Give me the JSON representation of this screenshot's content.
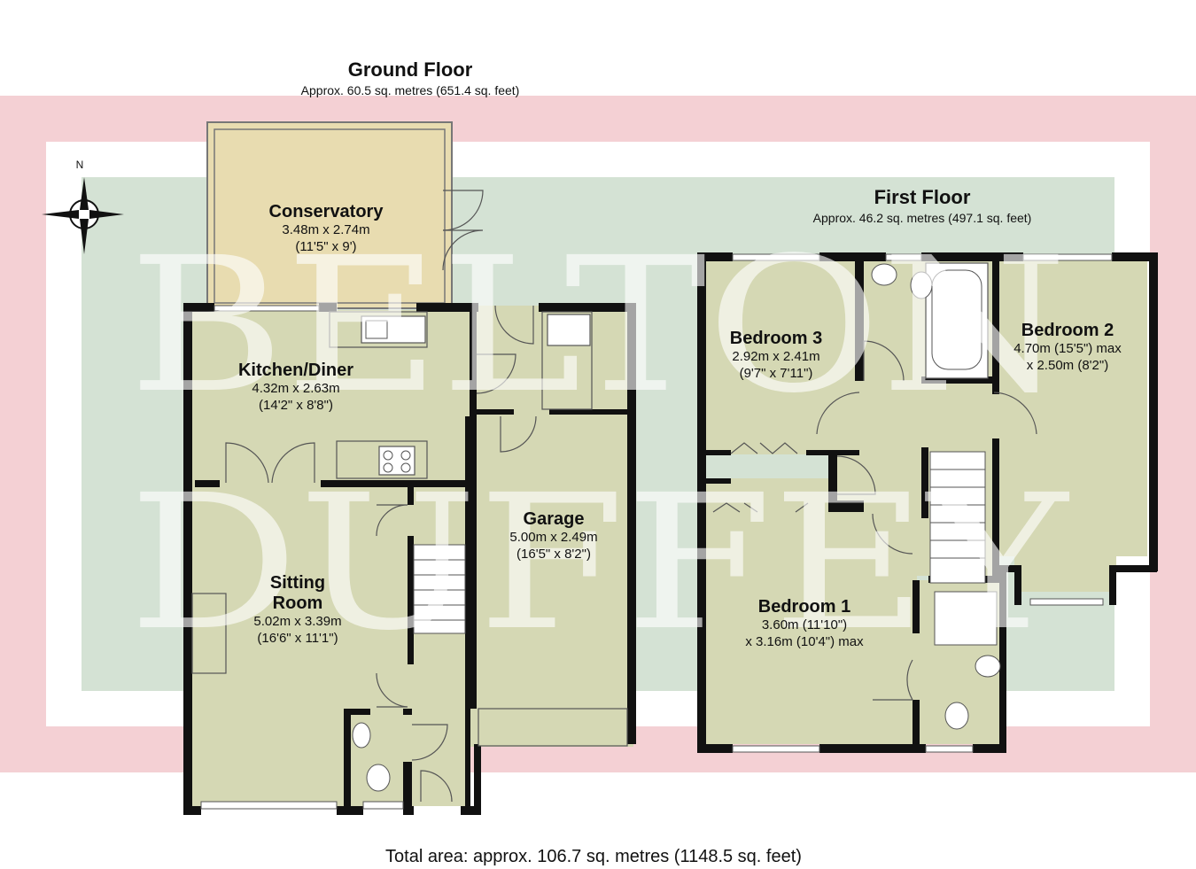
{
  "colors": {
    "wall": "#111111",
    "floor": "#d5d8b4",
    "conservatory": "#e8dcb0",
    "band_pink": "#f4d0d4",
    "band_green": "#d4e2d4",
    "fixture": "#ffffff"
  },
  "compass": {
    "label": "N",
    "icon": "compass-rose-icon"
  },
  "ground_floor": {
    "title": "Ground Floor",
    "area": "Approx. 60.5 sq. metres (651.4 sq. feet)",
    "rooms": {
      "conservatory": {
        "name": "Conservatory",
        "dim_m": "3.48m x 2.74m",
        "dim_ft": "(11'5\" x 9')"
      },
      "kitchen": {
        "name": "Kitchen/Diner",
        "dim_m": "4.32m x 2.63m",
        "dim_ft": "(14'2\" x 8'8\")"
      },
      "sitting": {
        "name_1": "Sitting",
        "name_2": "Room",
        "dim_m": "5.02m x 3.39m",
        "dim_ft": "(16'6\" x 11'1\")"
      },
      "garage": {
        "name": "Garage",
        "dim_m": "5.00m x 2.49m",
        "dim_ft": "(16'5\" x 8'2\")"
      }
    }
  },
  "first_floor": {
    "title": "First Floor",
    "area": "Approx. 46.2 sq. metres (497.1 sq. feet)",
    "rooms": {
      "bedroom3": {
        "name": "Bedroom 3",
        "dim_m": "2.92m x 2.41m",
        "dim_ft": "(9'7\" x 7'11\")"
      },
      "bedroom2": {
        "name": "Bedroom 2",
        "dim_1": "4.70m (15'5\") max",
        "dim_2": "x 2.50m (8'2\")"
      },
      "bedroom1": {
        "name": "Bedroom 1",
        "dim_1": "3.60m (11'10\")",
        "dim_2": "x 3.16m (10'4\") max"
      }
    }
  },
  "watermark": {
    "line1": "BELTON",
    "line2": "DUFFEY"
  },
  "total_area": "Total area: approx. 106.7 sq. metres (1148.5 sq. feet)"
}
